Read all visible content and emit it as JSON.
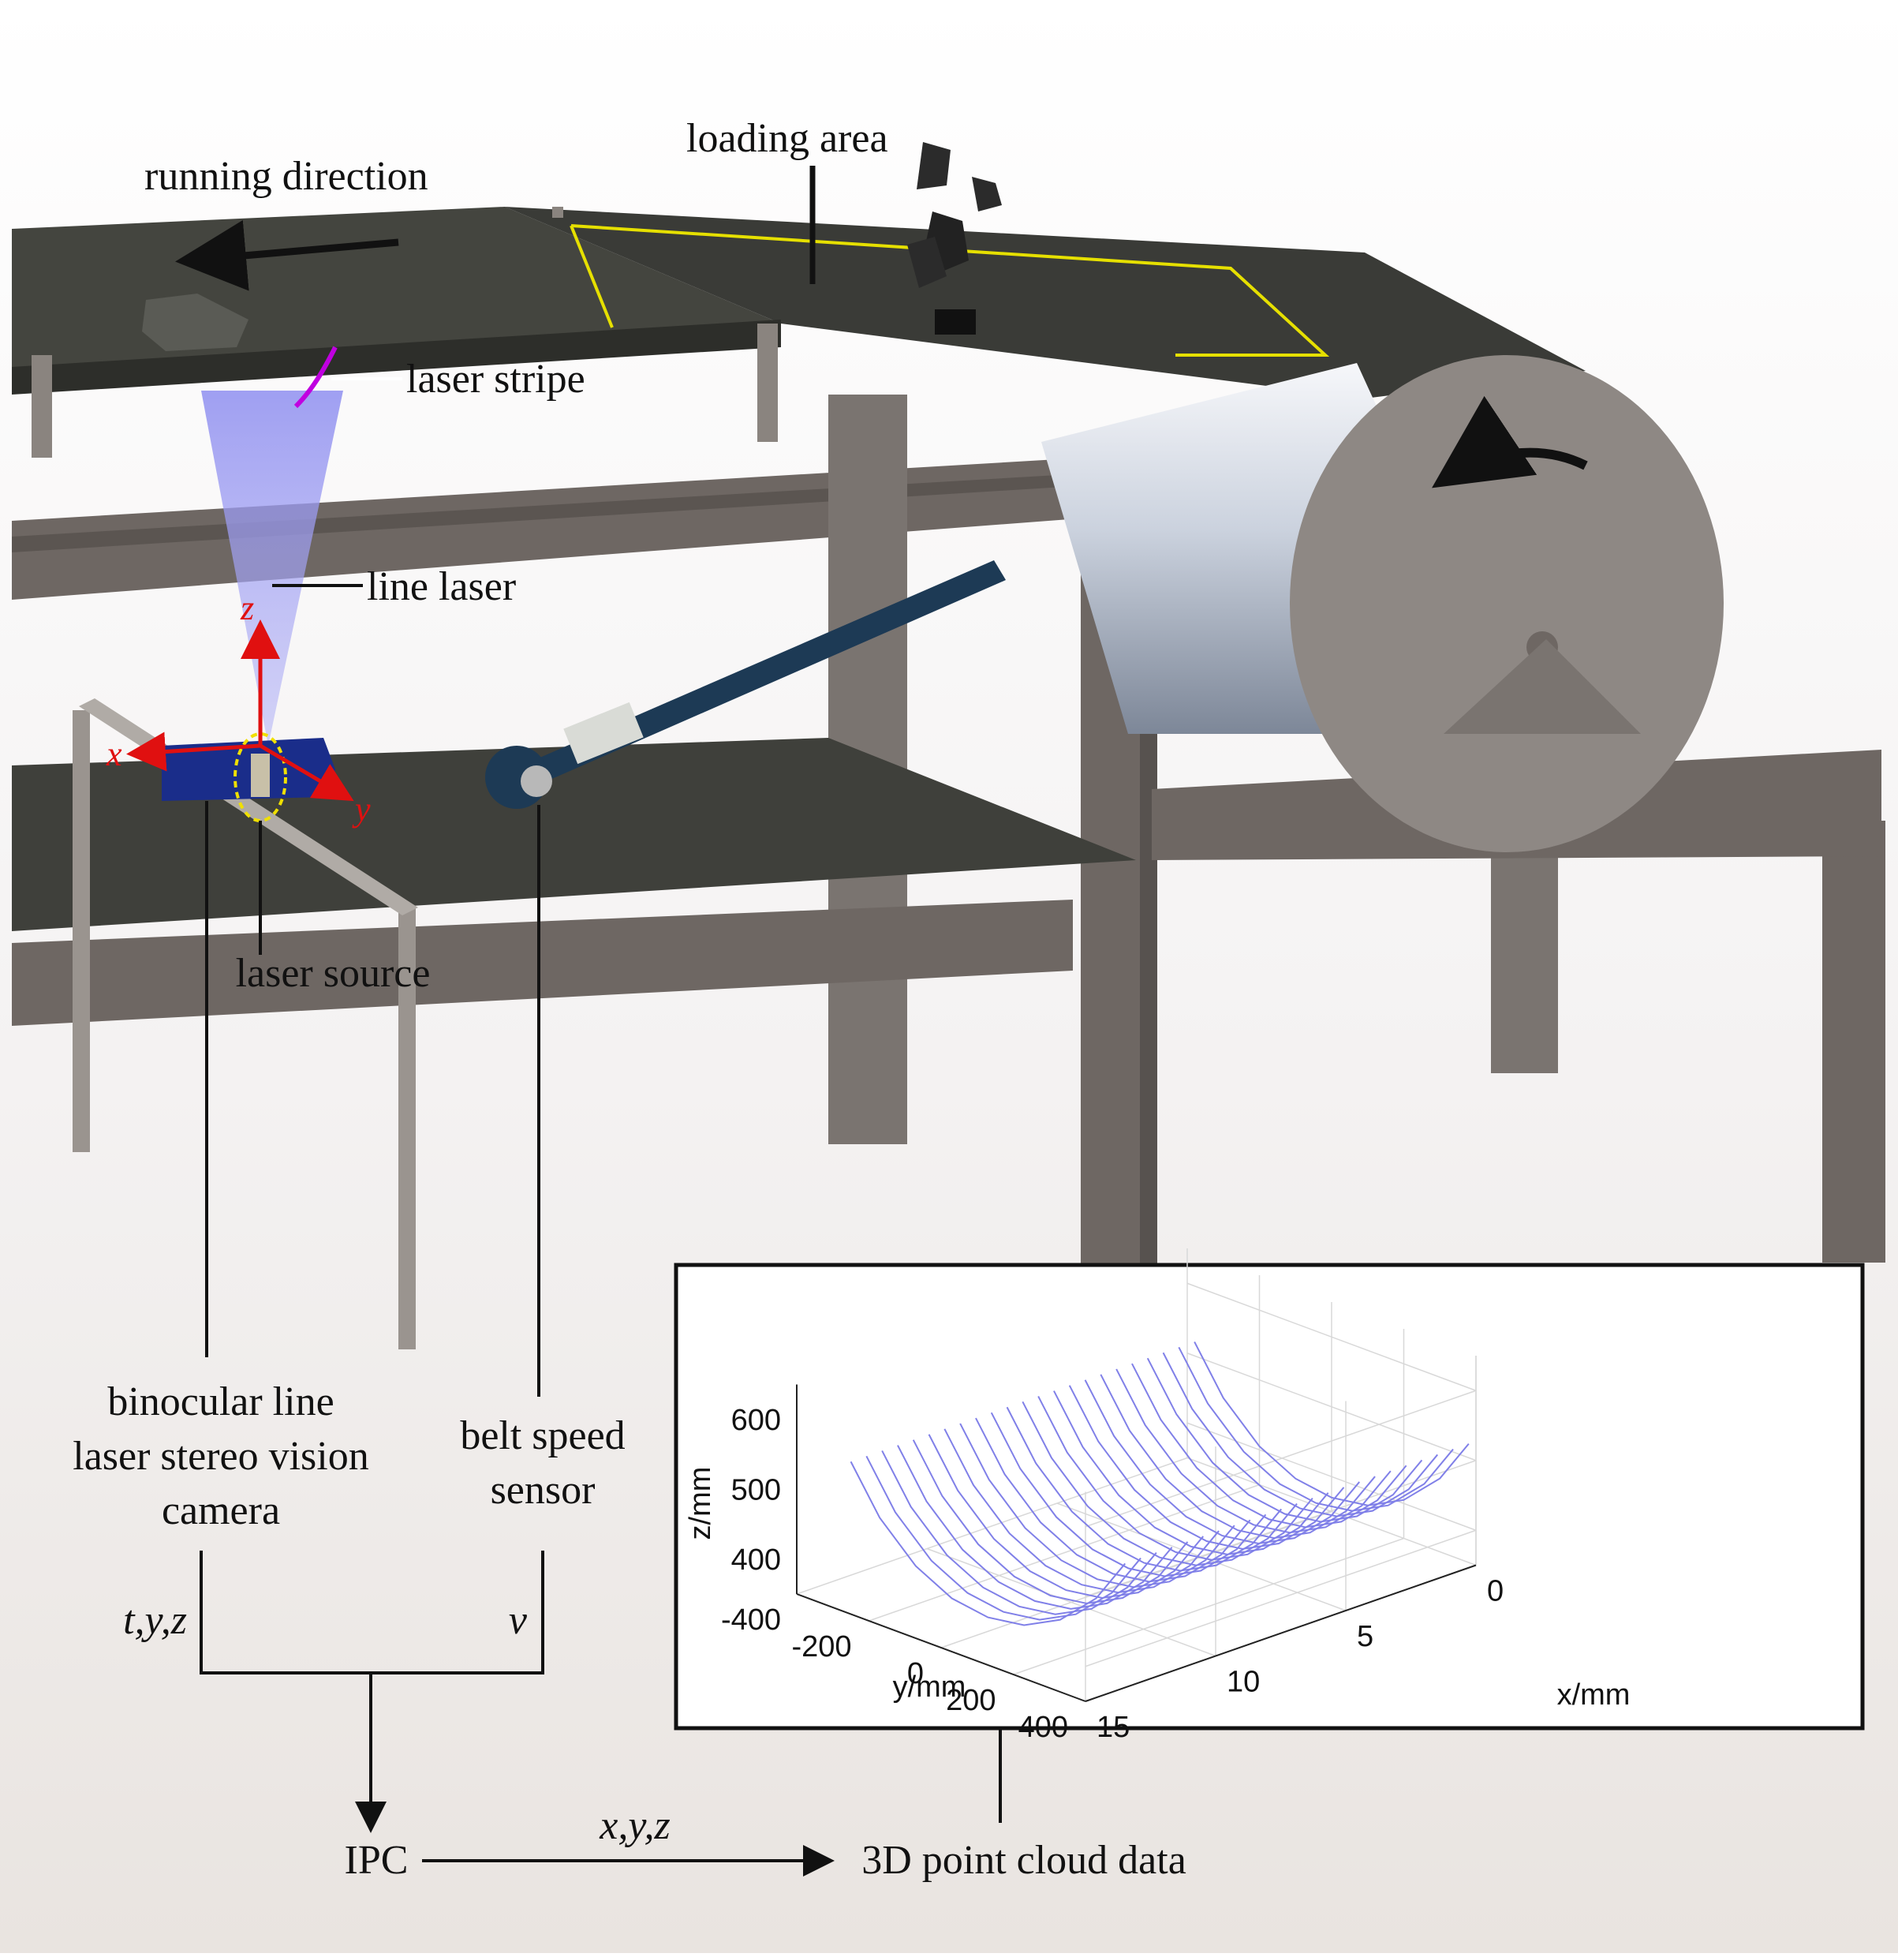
{
  "labels": {
    "running_direction": "running direction",
    "loading_area": "loading area",
    "laser_stripe": "laser stripe",
    "line_laser": "line laser",
    "laser_source": "laser source",
    "camera": [
      "binocular line",
      "laser stereo vision",
      "camera"
    ],
    "belt_speed_sensor": [
      "belt speed",
      "sensor"
    ],
    "camera_output": "t,y,z",
    "sensor_output": "v",
    "ipc": "IPC",
    "ipc_output": "x,y,z",
    "point_cloud": "3D point cloud data"
  },
  "coordinate_axes": {
    "x": "x",
    "y": "y",
    "z": "z"
  },
  "colors": {
    "belt": "#3a3b37",
    "frame": "#6e6763",
    "laser": "#8c8cf0",
    "loading_area_outline": "#e6e000",
    "axes_red": "#e01010",
    "curve": "#8080e8"
  },
  "chart_data": {
    "type": "line",
    "title": "",
    "projection": "3d",
    "xlabel": "x/mm",
    "ylabel": "y/mm",
    "zlabel": "z/mm",
    "xlim": [
      0,
      15
    ],
    "ylim": [
      -400,
      400
    ],
    "zlim": [
      350,
      650
    ],
    "xticks": [
      "0",
      "5",
      "10",
      "15"
    ],
    "yticks": [
      "-400",
      "-200",
      "0",
      "200",
      "400"
    ],
    "zticks": [
      "400",
      "500",
      "600"
    ],
    "grid": true,
    "profile_x_start": 0,
    "profile_x_step": 0.6,
    "profile_count": 23,
    "profile_y": [
      -380,
      -300,
      -200,
      -100,
      0,
      100,
      200,
      300,
      380
    ],
    "profile_z": [
      520,
      455,
      405,
      378,
      370,
      378,
      405,
      455,
      520
    ]
  }
}
